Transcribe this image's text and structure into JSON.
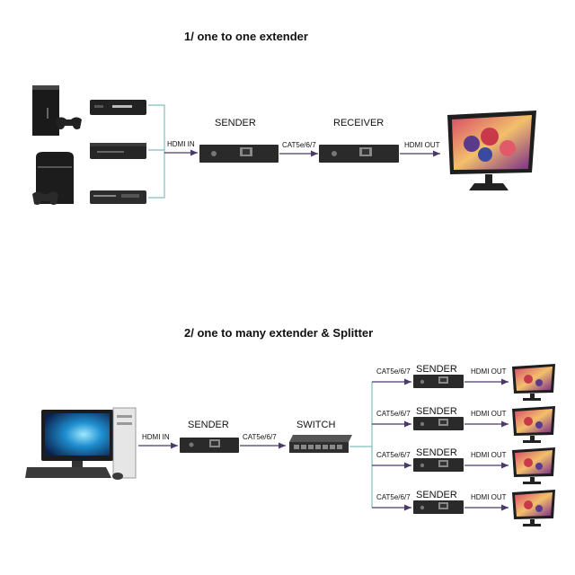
{
  "section1": {
    "title": "1/  one to one extender",
    "labels": {
      "sender": "SENDER",
      "receiver": "RECEIVER",
      "hdmi_in": "HDMI IN",
      "cable": "CAT5e/6/7",
      "hdmi_out": "HDMI OUT"
    }
  },
  "section2": {
    "title": "2/  one to many extender & Splitter",
    "labels": {
      "hdmi_in": "HDMI IN",
      "sender": "SENDER",
      "cable": "CAT5e/6/7",
      "switch": "SWITCH"
    },
    "branches": [
      {
        "cable": "CAT5e/6/7",
        "sender": "SENDER",
        "hdmi_out": "HDMI OUT"
      },
      {
        "cable": "CAT5e/6/7",
        "sender": "SENDER",
        "hdmi_out": "HDMI OUT"
      },
      {
        "cable": "CAT5e/6/7",
        "sender": "SENDER",
        "hdmi_out": "HDMI OUT"
      },
      {
        "cable": "CAT5e/6/7",
        "sender": "SENDER",
        "hdmi_out": "HDMI OUT"
      }
    ]
  },
  "colors": {
    "line": "#7fbfbf",
    "arrow": "#4a3a6a",
    "device": "#2a2a2a"
  }
}
